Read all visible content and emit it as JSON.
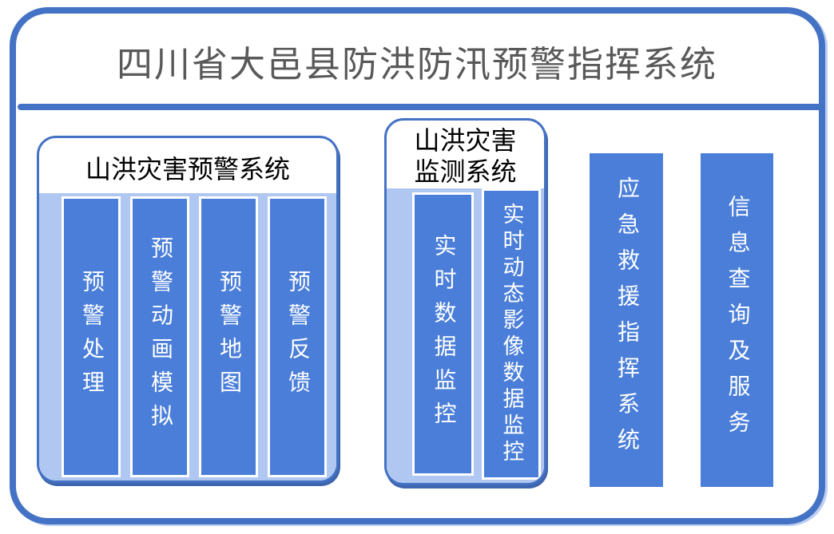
{
  "page": {
    "title": "四川省大邑县防洪防汛预警指挥系统"
  },
  "colors": {
    "accent_blue": "#4472C4",
    "bar_blue": "#4A7ED9",
    "panel_light_blue": "#AFC7F1",
    "title_gray": "#595959",
    "bar_text": "#FFFFFF"
  },
  "groups": {
    "warning": {
      "title": "山洪灾害预警系统",
      "bars": [
        {
          "label": "预警处理"
        },
        {
          "label": "预警动画模拟"
        },
        {
          "label": "预警地图"
        },
        {
          "label": "预警反馈"
        }
      ]
    },
    "monitoring": {
      "title_lines": [
        "山洪灾害",
        "监测系统"
      ],
      "bars": [
        {
          "label": "实时数据监控"
        },
        {
          "label": "实时动态影像数据监控"
        }
      ]
    }
  },
  "standalone_bars": [
    {
      "label": "应急救援指挥系统"
    },
    {
      "label": "信息查询及服务"
    }
  ]
}
